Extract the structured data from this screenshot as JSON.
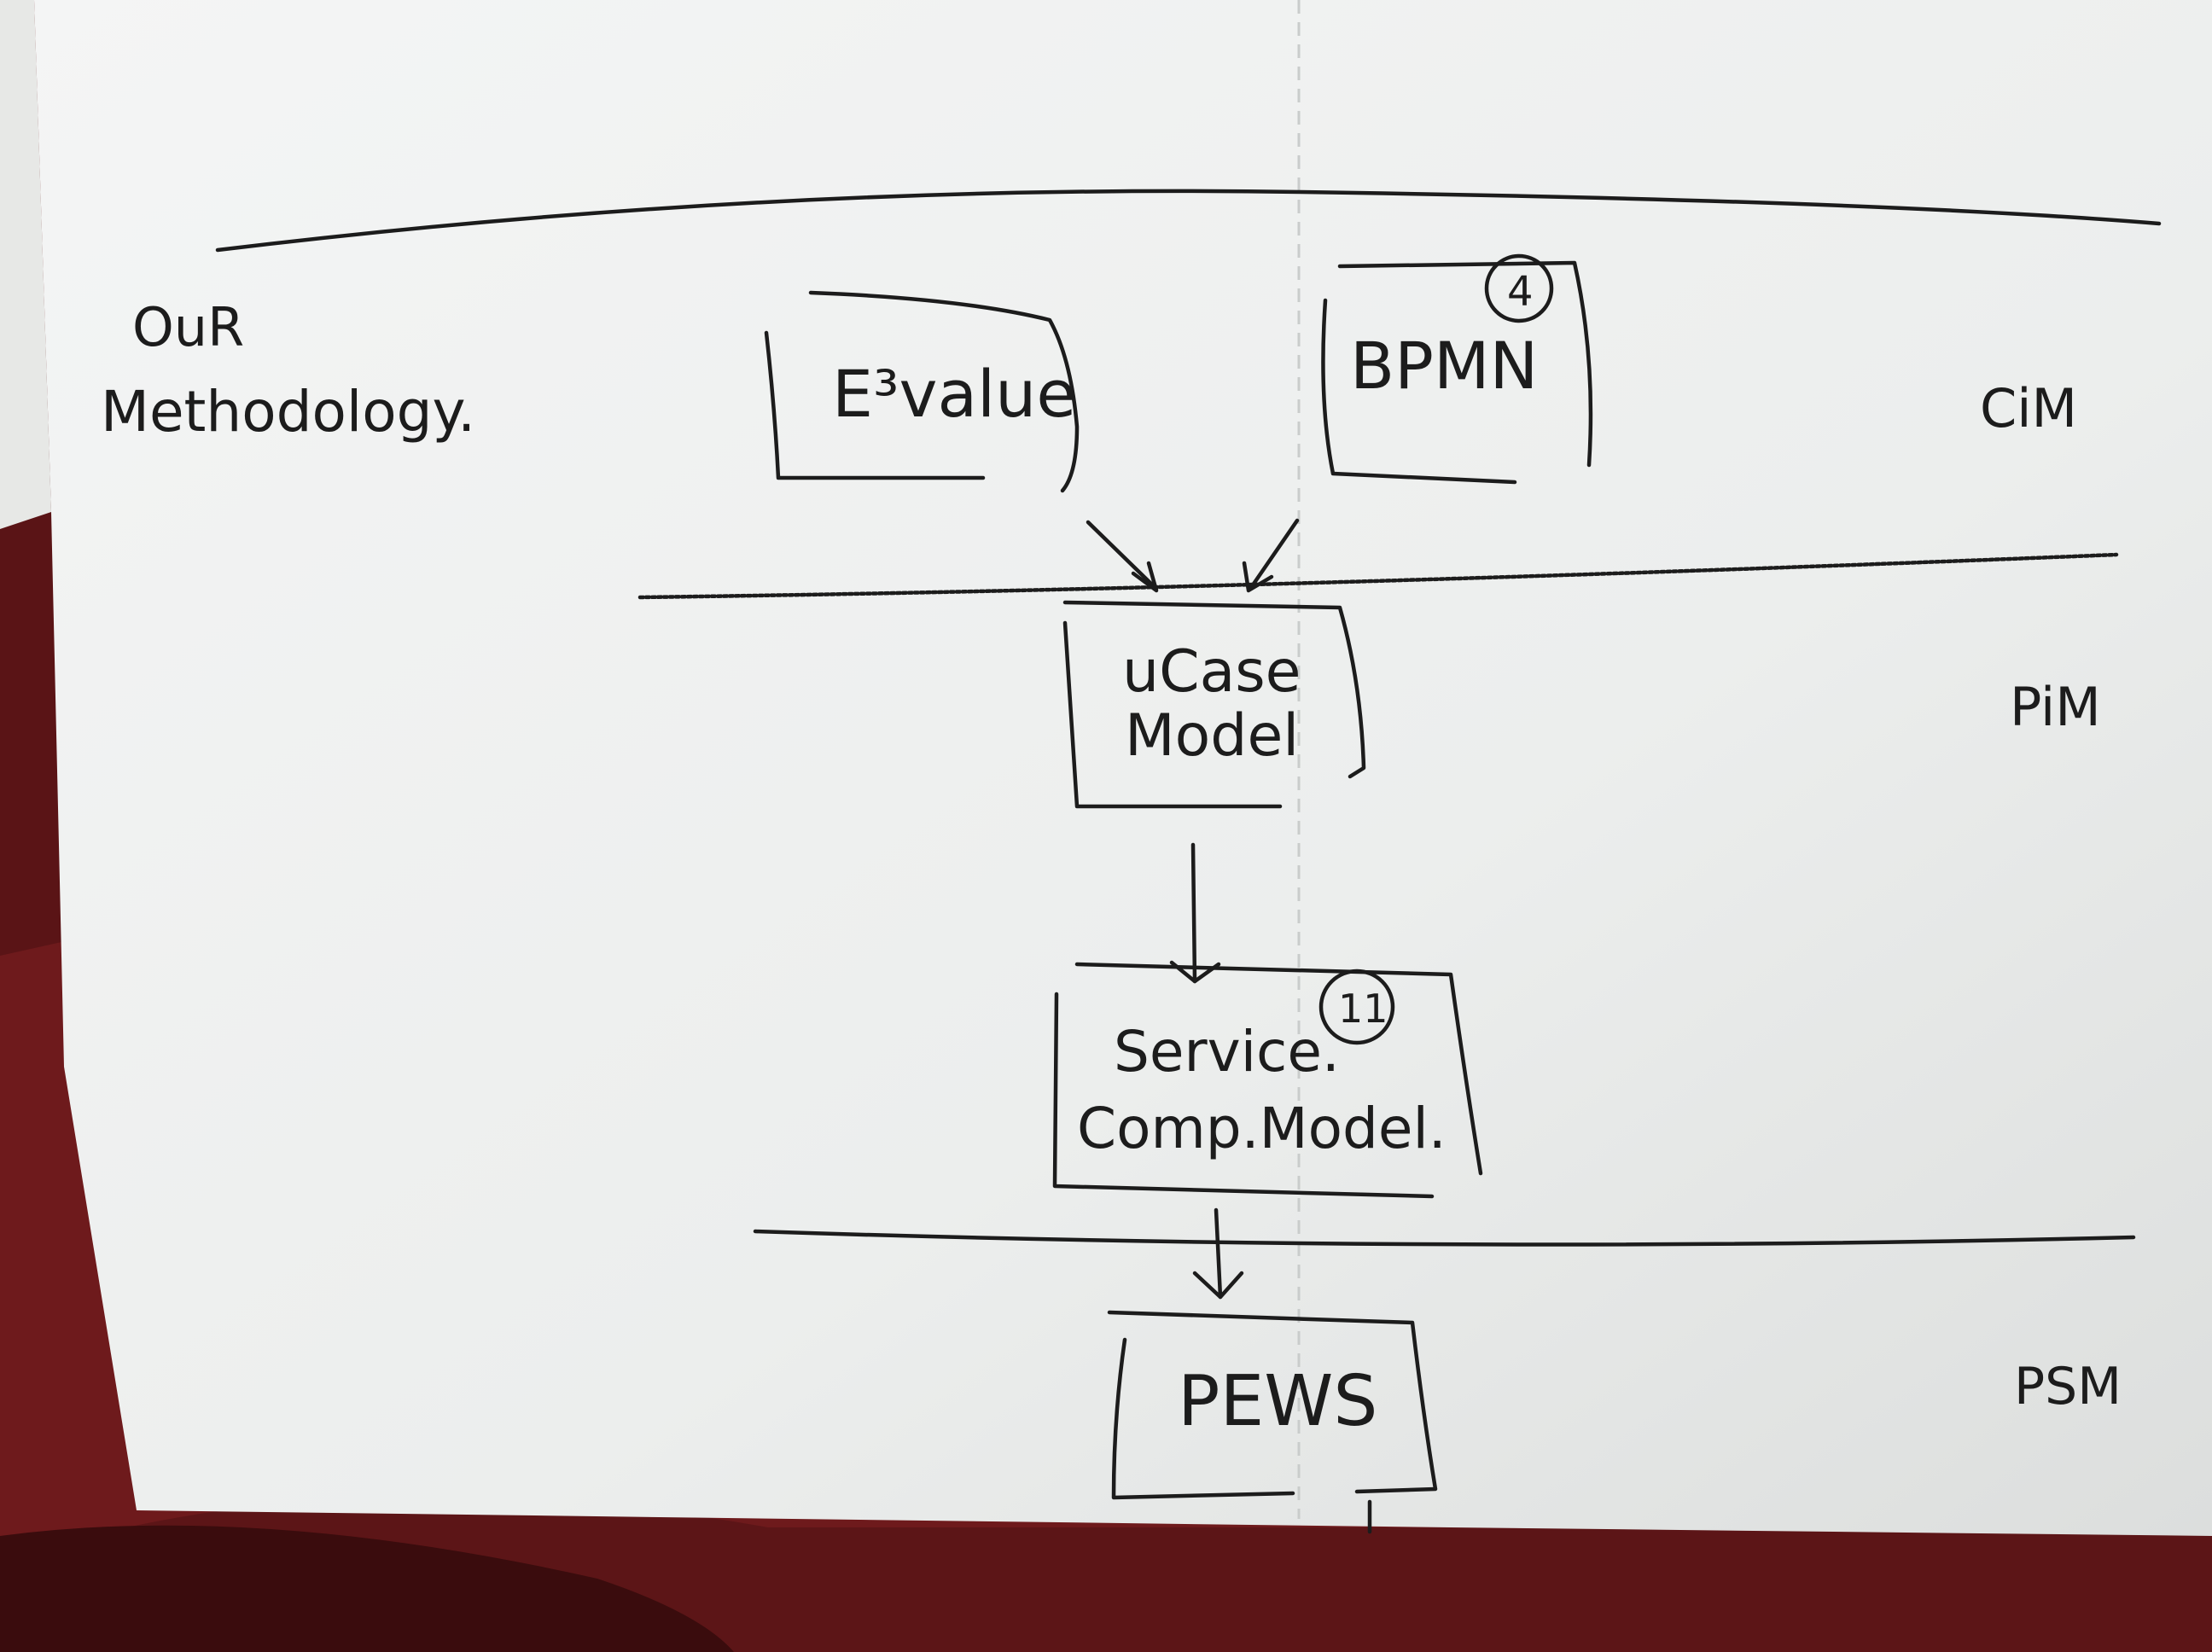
{
  "diagram": {
    "title": [
      "OuR",
      "Methodology."
    ],
    "layers": {
      "cim": "CiM",
      "pim": "PiM",
      "psm": "PSM"
    },
    "nodes": {
      "e3value": "E³value",
      "bpmn": "BPMN",
      "bpmn_badge": "4",
      "ucase_line1": "uCase",
      "ucase_line2": "Model",
      "service_line1": "Service.",
      "service_line2": "Comp.Model.",
      "service_badge": "11",
      "pews": "PEWS"
    }
  },
  "colors": {
    "paper": "#eef0ef",
    "ink": "#1c1c1c",
    "background": "#6e1a1c"
  }
}
